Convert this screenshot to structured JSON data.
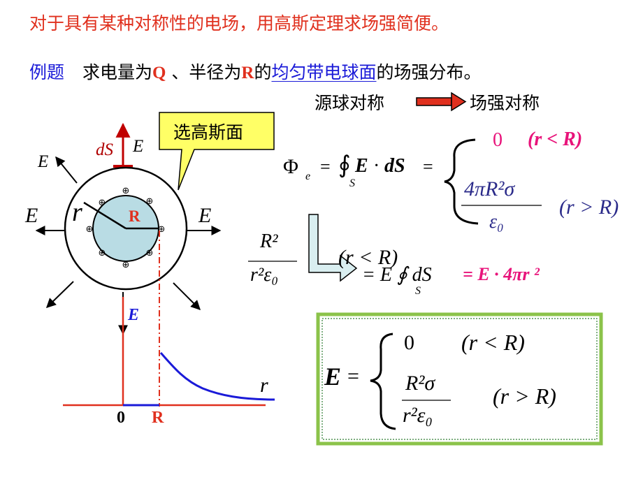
{
  "intro": "对于具有某种对称性的电场，用高斯定理求场强简便。",
  "example": {
    "label": "例题",
    "text_a": "求电量为",
    "Q": "Q",
    "text_b": " 、半径为",
    "R": "R",
    "text_c": "的",
    "highlight": "均匀带电球面",
    "text_d": "的场强分布。"
  },
  "symmetry": {
    "source": "源球对称",
    "field": "场强对称"
  },
  "callout": "选高斯面",
  "diagram": {
    "E": "E",
    "dS": "dS",
    "r": "r",
    "R": "R",
    "graph_E": "E",
    "graph_r": "r",
    "graph_origin": "0",
    "graph_R": "R"
  },
  "flux": {
    "phi": "Φ",
    "sub_e": "e",
    "eq": "=",
    "sub_S": "S",
    "E": "E",
    "dS": "dS",
    "case1_value": "0",
    "case1_cond": "(r < R)",
    "case2_num": "4πR²σ",
    "case2_den": "ε₀",
    "case2_cond": "(r > R)"
  },
  "middle": {
    "frac_num": "R²",
    "frac_den": "r²ε₀",
    "cond": "(r < R)",
    "rhs": "= E ∮ dS",
    "sub_S": "S",
    "result": "=  E  · 4πr ²"
  },
  "result_box": {
    "lhs": "E",
    "eq": "=",
    "case1_value": "0",
    "case1_cond": "(r < R)",
    "case2_num": "R²σ",
    "case2_den": "r²ε₀",
    "case2_cond": "(r > R)"
  },
  "colors": {
    "red": "#e0301e",
    "blue": "#1a1ad8",
    "pink": "#e8137a",
    "callout": "#ffff66",
    "box_border": "#8bc34a",
    "sphere": "#b9dce4"
  }
}
